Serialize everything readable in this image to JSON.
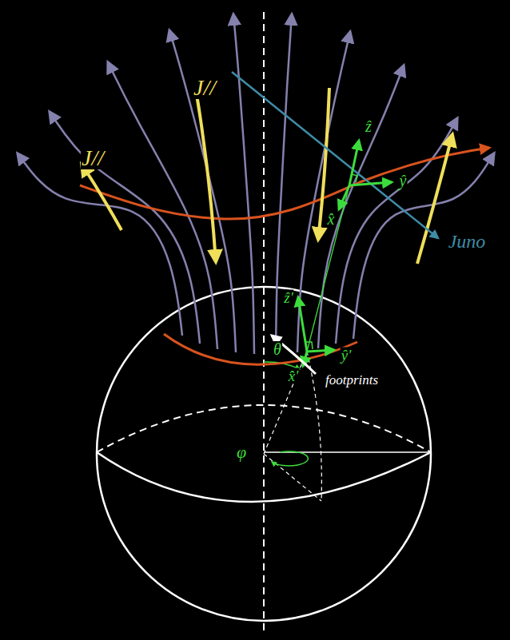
{
  "diagram": {
    "labels": [
      "J//",
      "J//",
      "ẑ",
      "ŷ",
      "x̂",
      "Juno",
      "ẑ'",
      "ŷ'",
      "x̂'",
      "footprints",
      "θ",
      "φ"
    ]
  }
}
